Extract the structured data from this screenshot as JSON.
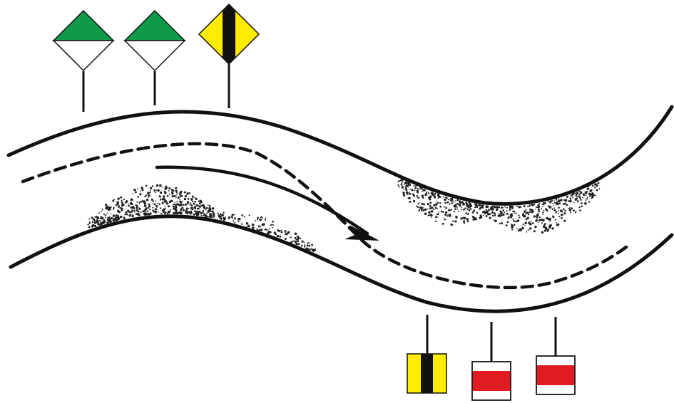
{
  "colors": {
    "background": "#ffffff",
    "line": "#111111",
    "sign_green": "#0f9a4a",
    "sign_yellow": "#ffec00",
    "sign_black": "#111111",
    "sign_red": "#e11b22",
    "sign_white": "#ffffff",
    "sediment": "#222222"
  },
  "signs": {
    "top_bank": [
      {
        "kind": "diamond-green-white",
        "icon": "green-white-diamond-sign-icon"
      },
      {
        "kind": "diamond-green-white",
        "icon": "green-white-diamond-sign-icon"
      },
      {
        "kind": "diamond-yellow-black-stripe",
        "icon": "yellow-black-diamond-sign-icon"
      }
    ],
    "bottom_bank": [
      {
        "kind": "square-yellow-black-stripe",
        "icon": "yellow-black-square-sign-icon"
      },
      {
        "kind": "square-red-white",
        "icon": "red-white-square-sign-icon"
      },
      {
        "kind": "square-red-white",
        "icon": "red-white-square-sign-icon"
      }
    ]
  }
}
